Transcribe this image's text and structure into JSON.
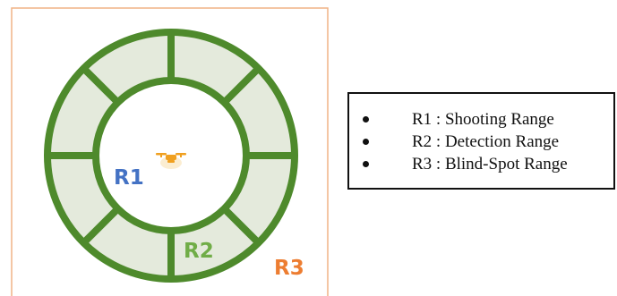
{
  "diagram": {
    "labels": {
      "r1": "R1",
      "r2": "R2",
      "r3": "R3"
    },
    "colors": {
      "ring_stroke": "#4e8a2c",
      "ring_fill": "#e4eadc",
      "r1_label": "#4472c4",
      "r2_label": "#70ad47",
      "r3_label": "#ed7d31",
      "r3_border": "#f0b486",
      "drone": "#f0a020"
    },
    "ring_segments": 8,
    "icons": [
      "drone-icon"
    ]
  },
  "legend": {
    "items": [
      {
        "text": "R1 : Shooting Range"
      },
      {
        "text": "R2 : Detection Range"
      },
      {
        "text": "R3 : Blind-Spot Range"
      }
    ]
  }
}
